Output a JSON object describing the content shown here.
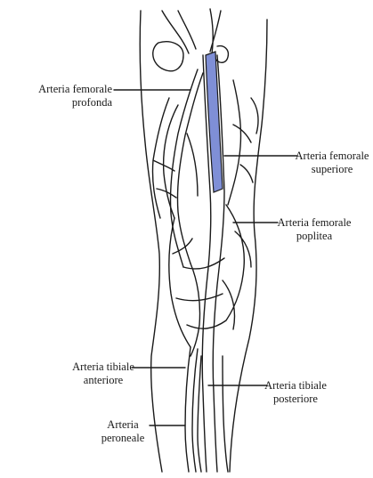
{
  "diagram": {
    "highlight_color": "#7f8fd6",
    "line_color": "#1a1a1a",
    "labels": {
      "femorale_profonda": [
        "Arteria femorale",
        "profonda"
      ],
      "femorale_superiore": [
        "Arteria femorale",
        "superiore"
      ],
      "femorale_poplitea": [
        "Arteria femorale",
        "poplitea"
      ],
      "tibiale_anteriore": [
        "Arteria tibiale",
        "anteriore"
      ],
      "tibiale_posteriore": [
        "Arteria tibiale",
        "posteriore"
      ],
      "peroneale": [
        "Arteria",
        "peroneale"
      ]
    }
  }
}
